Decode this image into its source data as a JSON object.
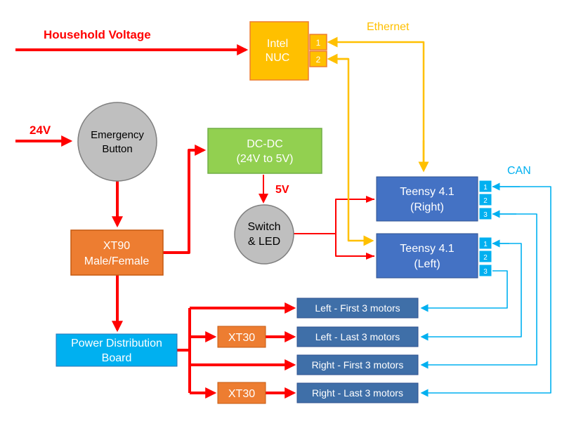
{
  "labels": {
    "household_voltage": "Household Voltage",
    "v24": "24V",
    "v5": "5V",
    "ethernet": "Ethernet",
    "can": "CAN"
  },
  "nodes": {
    "nuc": {
      "line1": "Intel",
      "line2": "NUC",
      "port1": "1",
      "port2": "2"
    },
    "emergency": {
      "line1": "Emergency",
      "line2": "Button"
    },
    "dcdc": {
      "line1": "DC-DC",
      "line2": "(24V to 5V)"
    },
    "switch": {
      "line1": "Switch",
      "line2": "& LED"
    },
    "xt90": {
      "line1": "XT90",
      "line2": "Male/Female"
    },
    "pdb": {
      "line1": "Power Distribution",
      "line2": "Board"
    },
    "teensy_right": {
      "line1": "Teensy 4.1",
      "line2": "(Right)",
      "ports": [
        "1",
        "2",
        "3"
      ]
    },
    "teensy_left": {
      "line1": "Teensy 4.1",
      "line2": "(Left)",
      "ports": [
        "1",
        "2",
        "3"
      ]
    },
    "xt30_a": "XT30",
    "xt30_b": "XT30",
    "motors": [
      "Left - First 3 motors",
      "Left - Last 3 motors",
      "Right - First 3 motors",
      "Right - Last 3 motors"
    ]
  },
  "colors": {
    "power": "#ff0000",
    "ethernet": "#ffc000",
    "can": "#00b0f0",
    "nuc_fill": "#ffc000",
    "nuc_stroke": "#ed7d31",
    "emergency_fill": "#bfbfbf",
    "dcdc_fill": "#92d050",
    "xt_fill": "#ed7d31",
    "pdb_fill": "#00b0f0",
    "teensy_fill": "#4472c4",
    "motor_fill": "#3f6fa8",
    "port_fill": "#00b0f0"
  }
}
